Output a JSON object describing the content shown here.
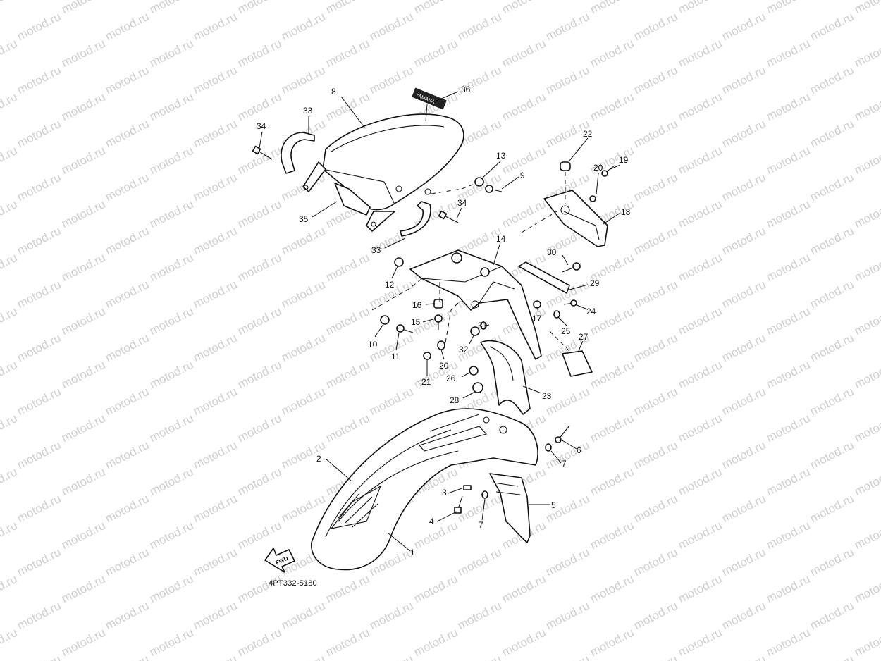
{
  "watermark_text": "motod.ru",
  "diagram_code": "4PT332-5180",
  "fwd_label": "FWD",
  "decal_label": "YAMAHA",
  "callouts": {
    "c1": "1",
    "c2": "2",
    "c3": "3",
    "c4": "4",
    "c5": "5",
    "c6": "6",
    "c7a": "7",
    "c7b": "7",
    "c8": "8",
    "c9": "9",
    "c10": "10",
    "c11": "11",
    "c12": "12",
    "c13": "13",
    "c14": "14",
    "c15": "15",
    "c16": "16",
    "c17": "17",
    "c18": "18",
    "c19": "19",
    "c20a": "20",
    "c20b": "20",
    "c21": "21",
    "c22": "22",
    "c23": "23",
    "c24": "24",
    "c25": "25",
    "c26": "26",
    "c27": "27",
    "c28": "28",
    "c29": "29",
    "c30": "30",
    "c31": "31",
    "c32": "32",
    "c33a": "33",
    "c33b": "33",
    "c34a": "34",
    "c34b": "34",
    "c35": "35",
    "c36": "36"
  }
}
